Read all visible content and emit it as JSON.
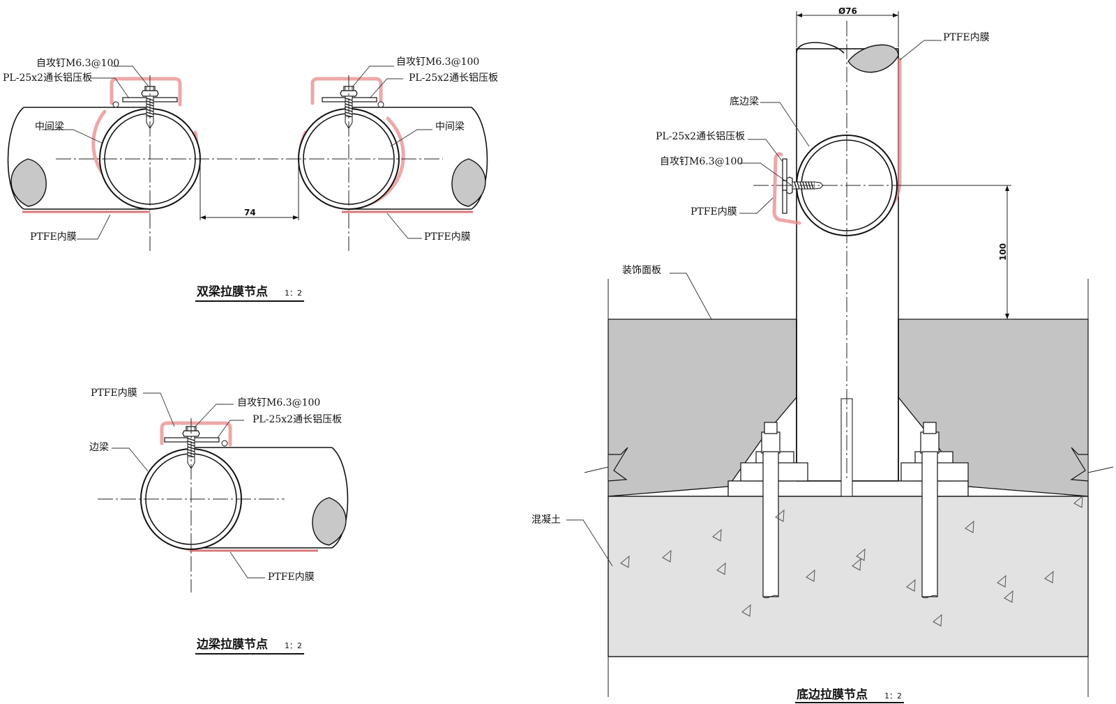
{
  "colors": {
    "membrane": "#e88a8a",
    "section_hatch": "#c8c8c8",
    "finish_panel": "#c4c4c4",
    "concrete": "#e2e2e2",
    "line": "#111111"
  },
  "detail_double": {
    "title": "双梁拉膜节点",
    "scale": "1：2",
    "dim_spacing": "74",
    "screw_left": "自攻钉M6.3@100",
    "plate_left": "PL-25x2通长铝压板",
    "screw_right": "自攻钉M6.3@100",
    "plate_right": "PL-25x2通长铝压板",
    "beam_left": "中间梁",
    "beam_right": "中间梁",
    "membrane_left": "PTFE内膜",
    "membrane_right": "PTFE内膜"
  },
  "detail_edge": {
    "title": "边梁拉膜节点",
    "scale": "1：2",
    "membrane_top": "PTFE内膜",
    "screw": "自攻钉M6.3@100",
    "plate": "PL-25x2通长铝压板",
    "beam": "边梁",
    "membrane_bottom": "PTFE内膜"
  },
  "detail_bottom": {
    "title": "底边拉膜节点",
    "scale": "1：2",
    "dim_diameter": "Ø76",
    "dim_height": "100",
    "membrane_top": "PTFE内膜",
    "beam": "底边梁",
    "plate": "PL-25x2通长铝压板",
    "screw": "自攻钉M6.3@100",
    "membrane_side": "PTFE内膜",
    "finish_panel": "装饰面板",
    "concrete": "混凝土"
  },
  "icons": [
    "self-tapping-screw-icon",
    "pressure-plate-icon",
    "anchor-bolt-icon"
  ]
}
